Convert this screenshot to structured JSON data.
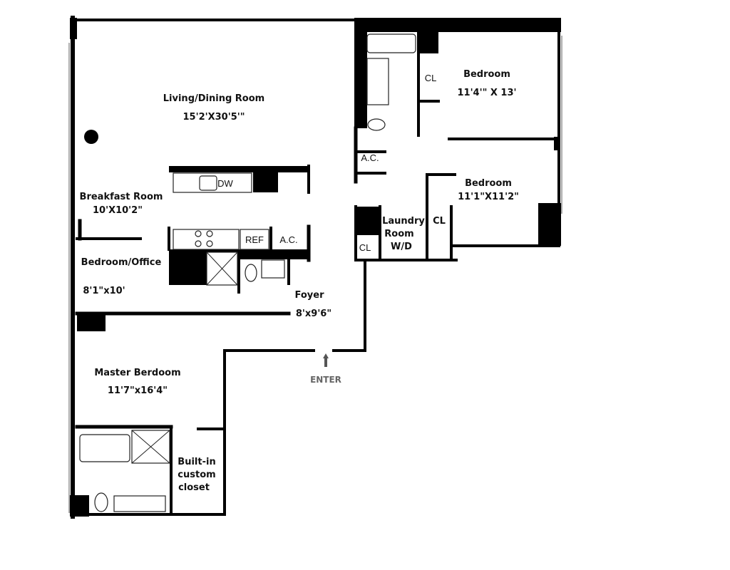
{
  "rooms": {
    "living": {
      "name": "Living/Dining Room",
      "size": "15'2'X30'5'\""
    },
    "bedroom1": {
      "name": "Bedroom",
      "size": "11'4'\" X 13'"
    },
    "bedroom2": {
      "name": "Bedroom",
      "size": "11'1\"X11'2\""
    },
    "breakfast": {
      "name": "Breakfast Room",
      "size": "10'X10'2\""
    },
    "office": {
      "name": "Bedroom/Office",
      "size": "8'1\"x10'"
    },
    "foyer": {
      "name": "Foyer",
      "size": "8'x9'6\""
    },
    "master": {
      "name": "Master Berdoom",
      "size": "11'7\"x16'4\""
    },
    "laundry": {
      "line1": "Laundry",
      "line2": "Room",
      "line3": "W/D"
    },
    "closet_builtin": {
      "line1": "Built-in",
      "line2": "custom",
      "line3": "closet"
    }
  },
  "fixtures": {
    "closet_bed1": "CL",
    "closet_bed2": "CL",
    "closet_hall": "CL",
    "ac_hall": "A.C.",
    "ac_kitchen": "A.C.",
    "dishwasher": "DW",
    "refrigerator": "REF"
  },
  "entrance": {
    "label": "ENTER"
  },
  "colors": {
    "wall": "#000000",
    "background": "#ffffff",
    "enter_text": "#666666"
  }
}
